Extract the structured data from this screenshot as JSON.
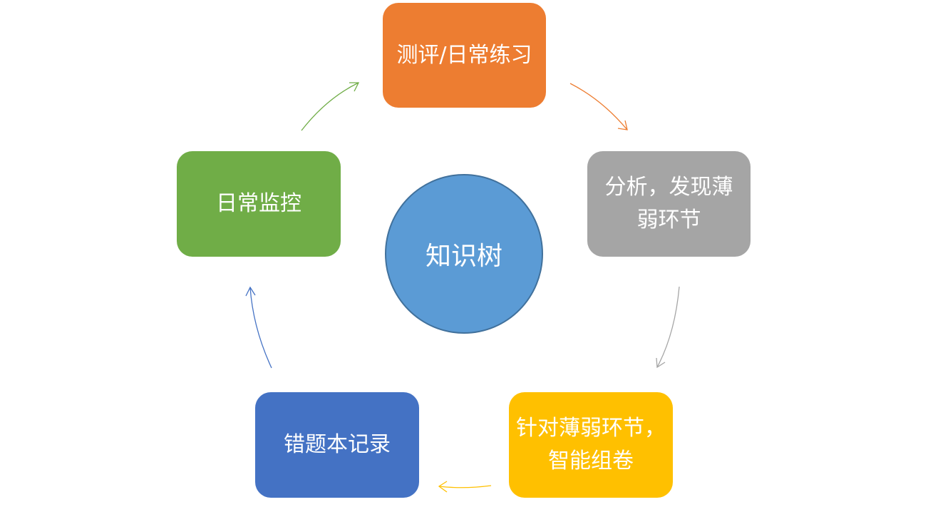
{
  "center": {
    "label": "知识树",
    "color": "#5b9bd5"
  },
  "nodes": {
    "test": {
      "label": "测评/日常练习",
      "color": "#ed7d31"
    },
    "analyze": {
      "label": "分析，发现薄\n弱环节",
      "color": "#a5a5a5"
    },
    "paper": {
      "label": "针对薄弱环节，\n智能组卷",
      "color": "#ffc000"
    },
    "wrong": {
      "label": "错题本记录",
      "color": "#4472c4"
    },
    "monitor": {
      "label": "日常监控",
      "color": "#70ad47"
    }
  },
  "arrow_colors": {
    "test_to_analyze": "#ed7d31",
    "analyze_to_paper": "#a5a5a5",
    "paper_to_wrong": "#ffc000",
    "wrong_to_monitor": "#4472c4",
    "monitor_to_test": "#70ad47"
  }
}
